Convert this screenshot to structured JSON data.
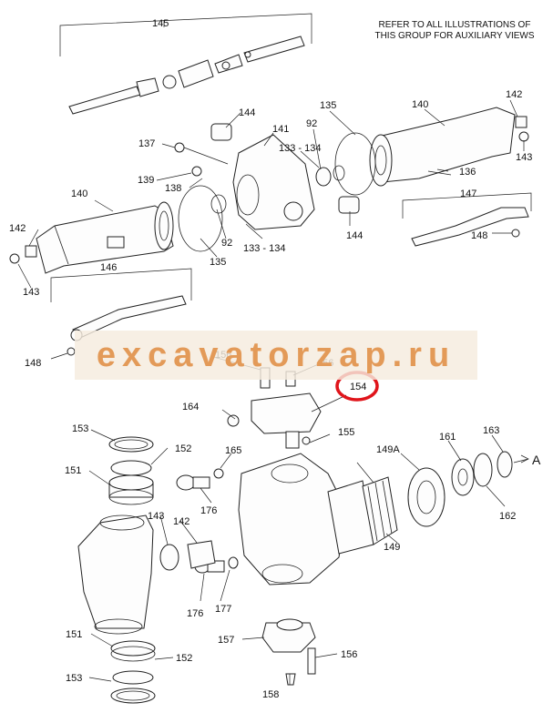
{
  "note": {
    "line1": "REFER TO ALL ILLUSTRATIONS OF",
    "line2": "THIS GROUP FOR AUXILIARY VIEWS"
  },
  "watermark": "excavatorzap.ru",
  "highlight_color": "#e0151b",
  "arrow_label": "A",
  "callouts": {
    "c145": "145",
    "c144a": "144",
    "c141": "141",
    "c135a": "135",
    "c140a": "140",
    "c142a": "142",
    "c137": "137",
    "c92a": "92",
    "c133a": "133 - 134",
    "c143a": "143",
    "c139": "139",
    "c138": "138",
    "c136": "136",
    "c140b": "140",
    "c147": "147",
    "c142b": "142",
    "c92b": "92",
    "c133b": "133 - 134",
    "c144b": "144",
    "c148a": "148",
    "c143b": "143",
    "c135b": "135",
    "c146": "146",
    "c148b": "148",
    "c156a": "156",
    "c156b": "156",
    "c154": "154",
    "c164": "164",
    "c155": "155",
    "c153a": "153",
    "c152a": "152",
    "c165": "165",
    "c149a": "149A",
    "c161": "161",
    "c163": "163",
    "c151a": "151",
    "c176a": "176",
    "c162": "162",
    "c143c": "143",
    "c142c": "142",
    "c149": "149",
    "c176b": "176",
    "c177": "177",
    "c151b": "151",
    "c152b": "152",
    "c157": "157",
    "c156c": "156",
    "c153b": "153",
    "c158": "158"
  }
}
